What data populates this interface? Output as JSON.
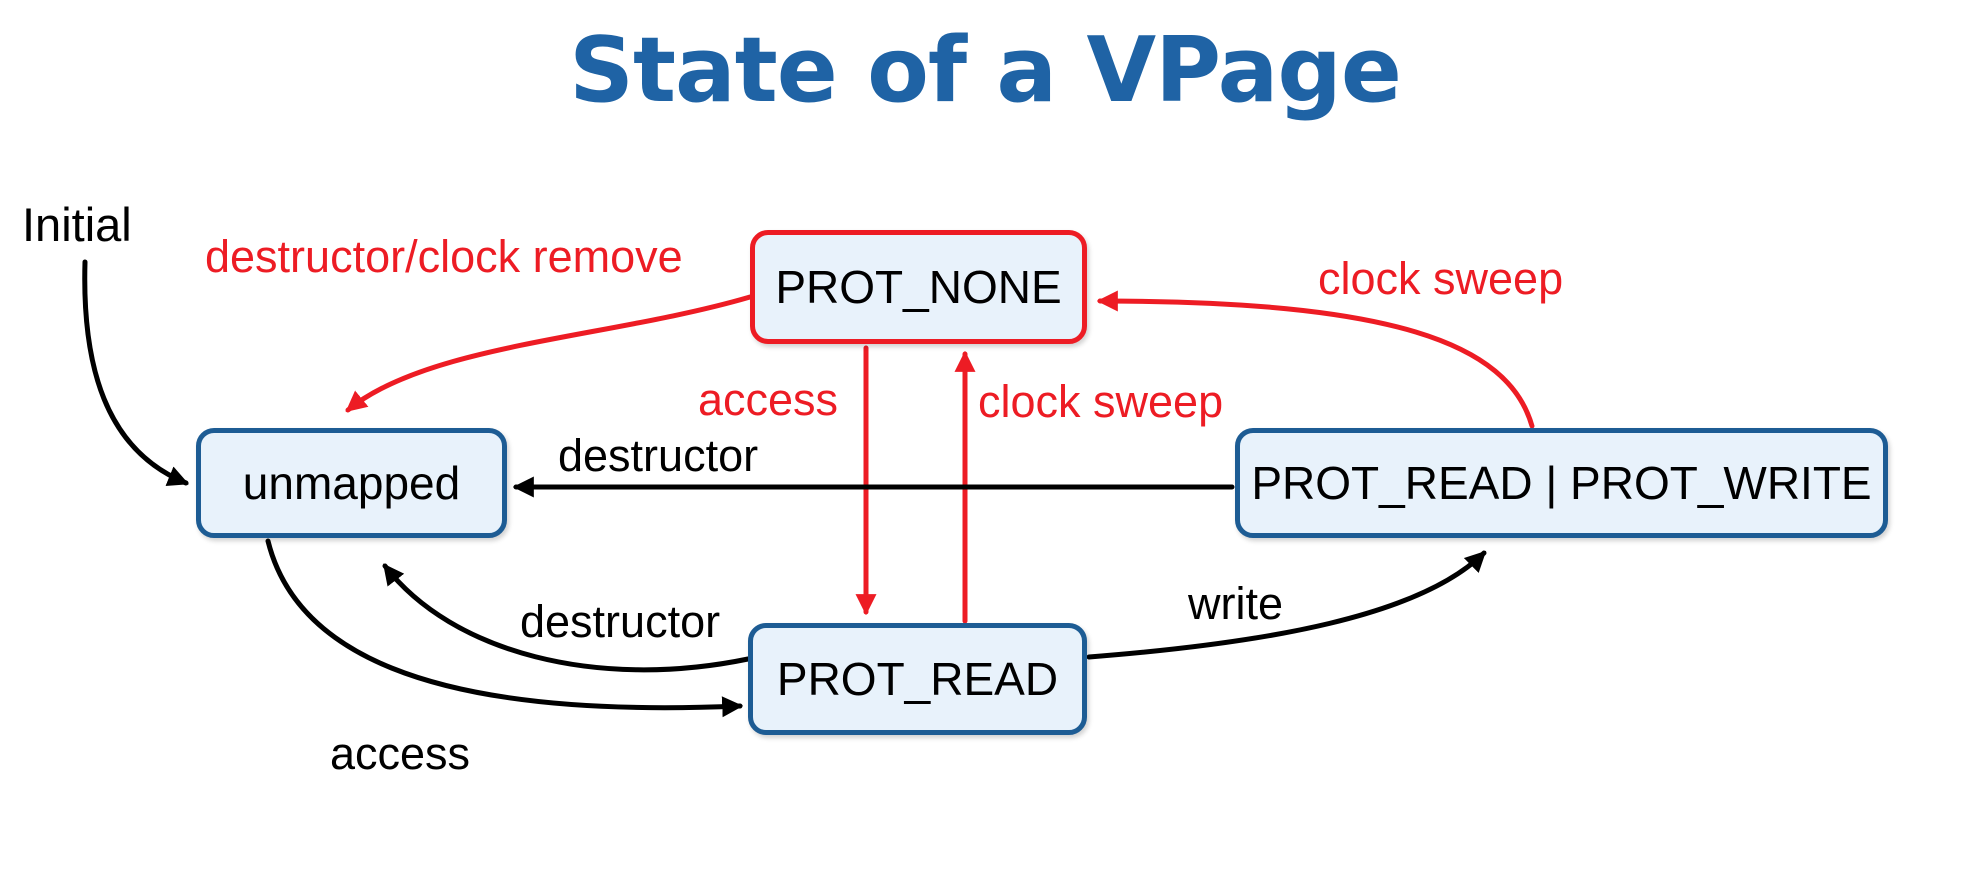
{
  "title": "State of a VPage",
  "colors": {
    "title": "#1F63A5",
    "border": "#1D5C94",
    "fill": "#E8F2FB",
    "red": "#ED1C24",
    "black": "#000000"
  },
  "states": {
    "prot_none": {
      "label": "PROT_NONE",
      "border_color": "#ED1C24"
    },
    "unmapped": {
      "label": "unmapped",
      "border_color": "#1D5C94"
    },
    "prot_read_write": {
      "label": "PROT_READ | PROT_WRITE",
      "border_color": "#1D5C94"
    },
    "prot_read": {
      "label": "PROT_READ",
      "border_color": "#1D5C94"
    }
  },
  "edges": {
    "initial": {
      "label": "Initial",
      "color": "black",
      "from": "start",
      "to": "unmapped"
    },
    "destructor_clock_remove": {
      "label": "destructor/clock remove",
      "color": "red",
      "from": "prot_none",
      "to": "unmapped"
    },
    "clock_sweep_top": {
      "label": "clock sweep",
      "color": "red",
      "from": "prot_read_write",
      "to": "prot_none"
    },
    "access_red": {
      "label": "access",
      "color": "red",
      "from": "prot_none",
      "to": "prot_read"
    },
    "clock_sweep_mid": {
      "label": "clock sweep",
      "color": "red",
      "from": "prot_read",
      "to": "prot_none"
    },
    "destructor_mid": {
      "label": "destructor",
      "color": "black",
      "from": "prot_read_write",
      "to": "unmapped"
    },
    "destructor_low": {
      "label": "destructor",
      "color": "black",
      "from": "prot_read",
      "to": "unmapped"
    },
    "access_low": {
      "label": "access",
      "color": "black",
      "from": "unmapped",
      "to": "prot_read"
    },
    "write": {
      "label": "write",
      "color": "black",
      "from": "prot_read",
      "to": "prot_read_write"
    }
  }
}
